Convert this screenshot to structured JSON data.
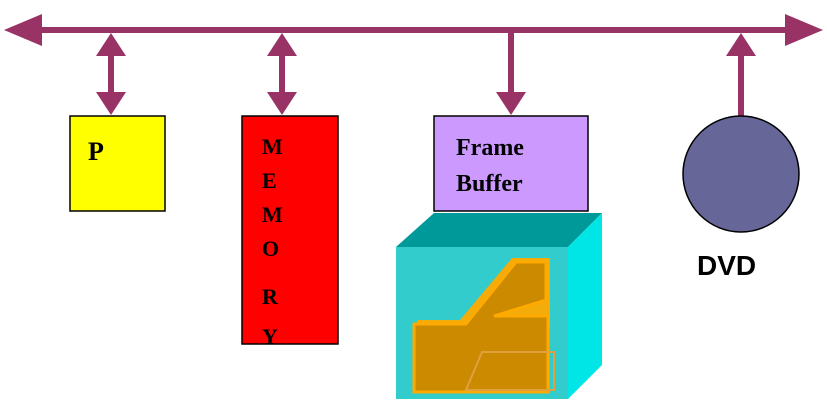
{
  "diagram": {
    "processor": {
      "label": "P"
    },
    "memory": {
      "letters": [
        "M",
        "E",
        "M",
        "O",
        "R",
        "Y"
      ]
    },
    "frame_buffer": {
      "line1": "Frame",
      "line2": "Buffer"
    },
    "dvd": {
      "label": "DVD"
    }
  },
  "colors": {
    "bus": "#993366",
    "processor": "#ffff00",
    "memory": "#ff0000",
    "frame_buffer": "#cc99ff",
    "dvd": "#666699",
    "monitor_front": "#33cccc",
    "monitor_side": "#00e5e5",
    "monitor_top": "#009999",
    "monitor_shape": "#cc8a00",
    "monitor_shape_edge": "#ffaa00"
  },
  "icons": [
    "monitor-icon"
  ]
}
